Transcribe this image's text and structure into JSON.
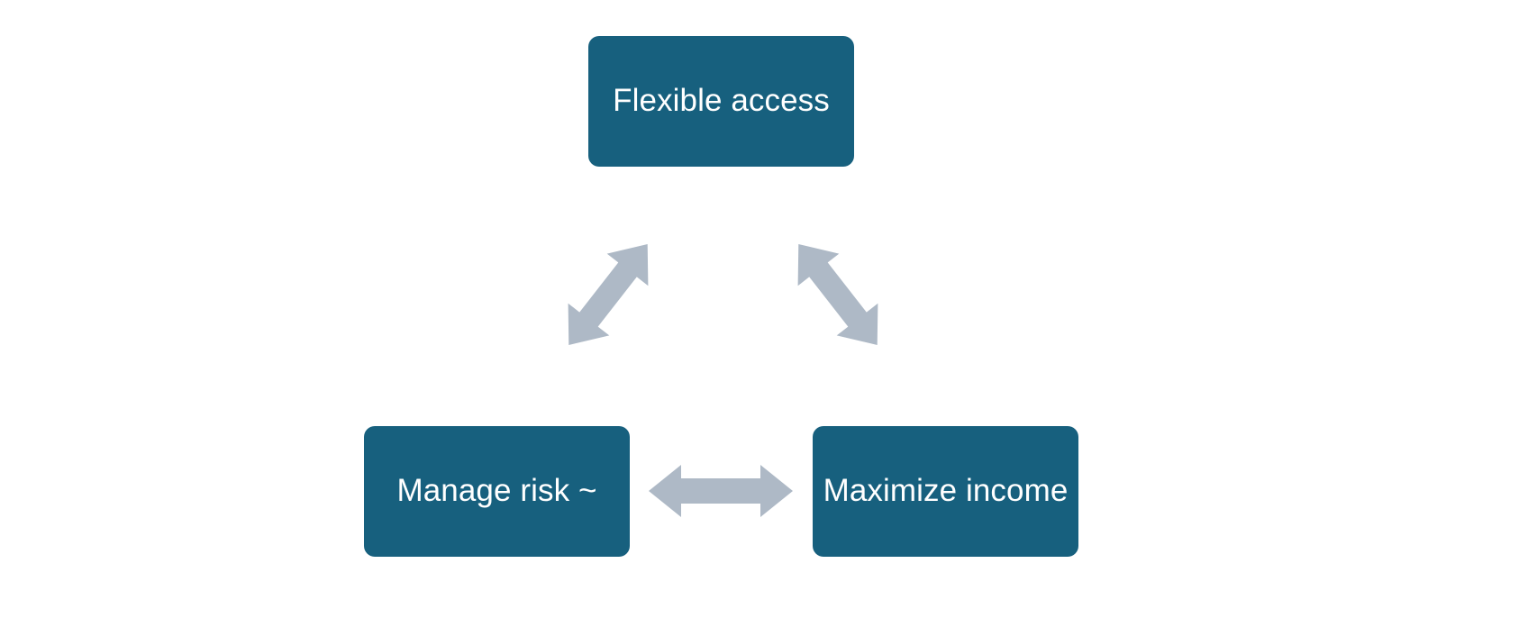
{
  "diagram": {
    "title": "",
    "type": "triangle-relationship",
    "background_color": "#ffffff",
    "node_fill_color": "#17607E",
    "node_text_color": "#FFFFFF",
    "arrow_color": "#AEB9C6",
    "nodes": [
      {
        "id": "flexible-access",
        "label": "Flexible access",
        "position": "top-center"
      },
      {
        "id": "manage-risk",
        "label": "Manage risk ~",
        "position": "bottom-left"
      },
      {
        "id": "maximize-income",
        "label": "Maximize income",
        "position": "bottom-right"
      }
    ],
    "connectors": [
      {
        "id": "left-diagonal",
        "icon": "double-headed-arrow-diagonal-icon",
        "from": "manage-risk",
        "to": "flexible-access",
        "direction": "bidirectional"
      },
      {
        "id": "right-diagonal",
        "icon": "double-headed-arrow-diagonal-icon",
        "from": "flexible-access",
        "to": "maximize-income",
        "direction": "bidirectional"
      },
      {
        "id": "bottom-horizontal",
        "icon": "double-headed-arrow-horizontal-icon",
        "from": "manage-risk",
        "to": "maximize-income",
        "direction": "bidirectional"
      }
    ]
  }
}
